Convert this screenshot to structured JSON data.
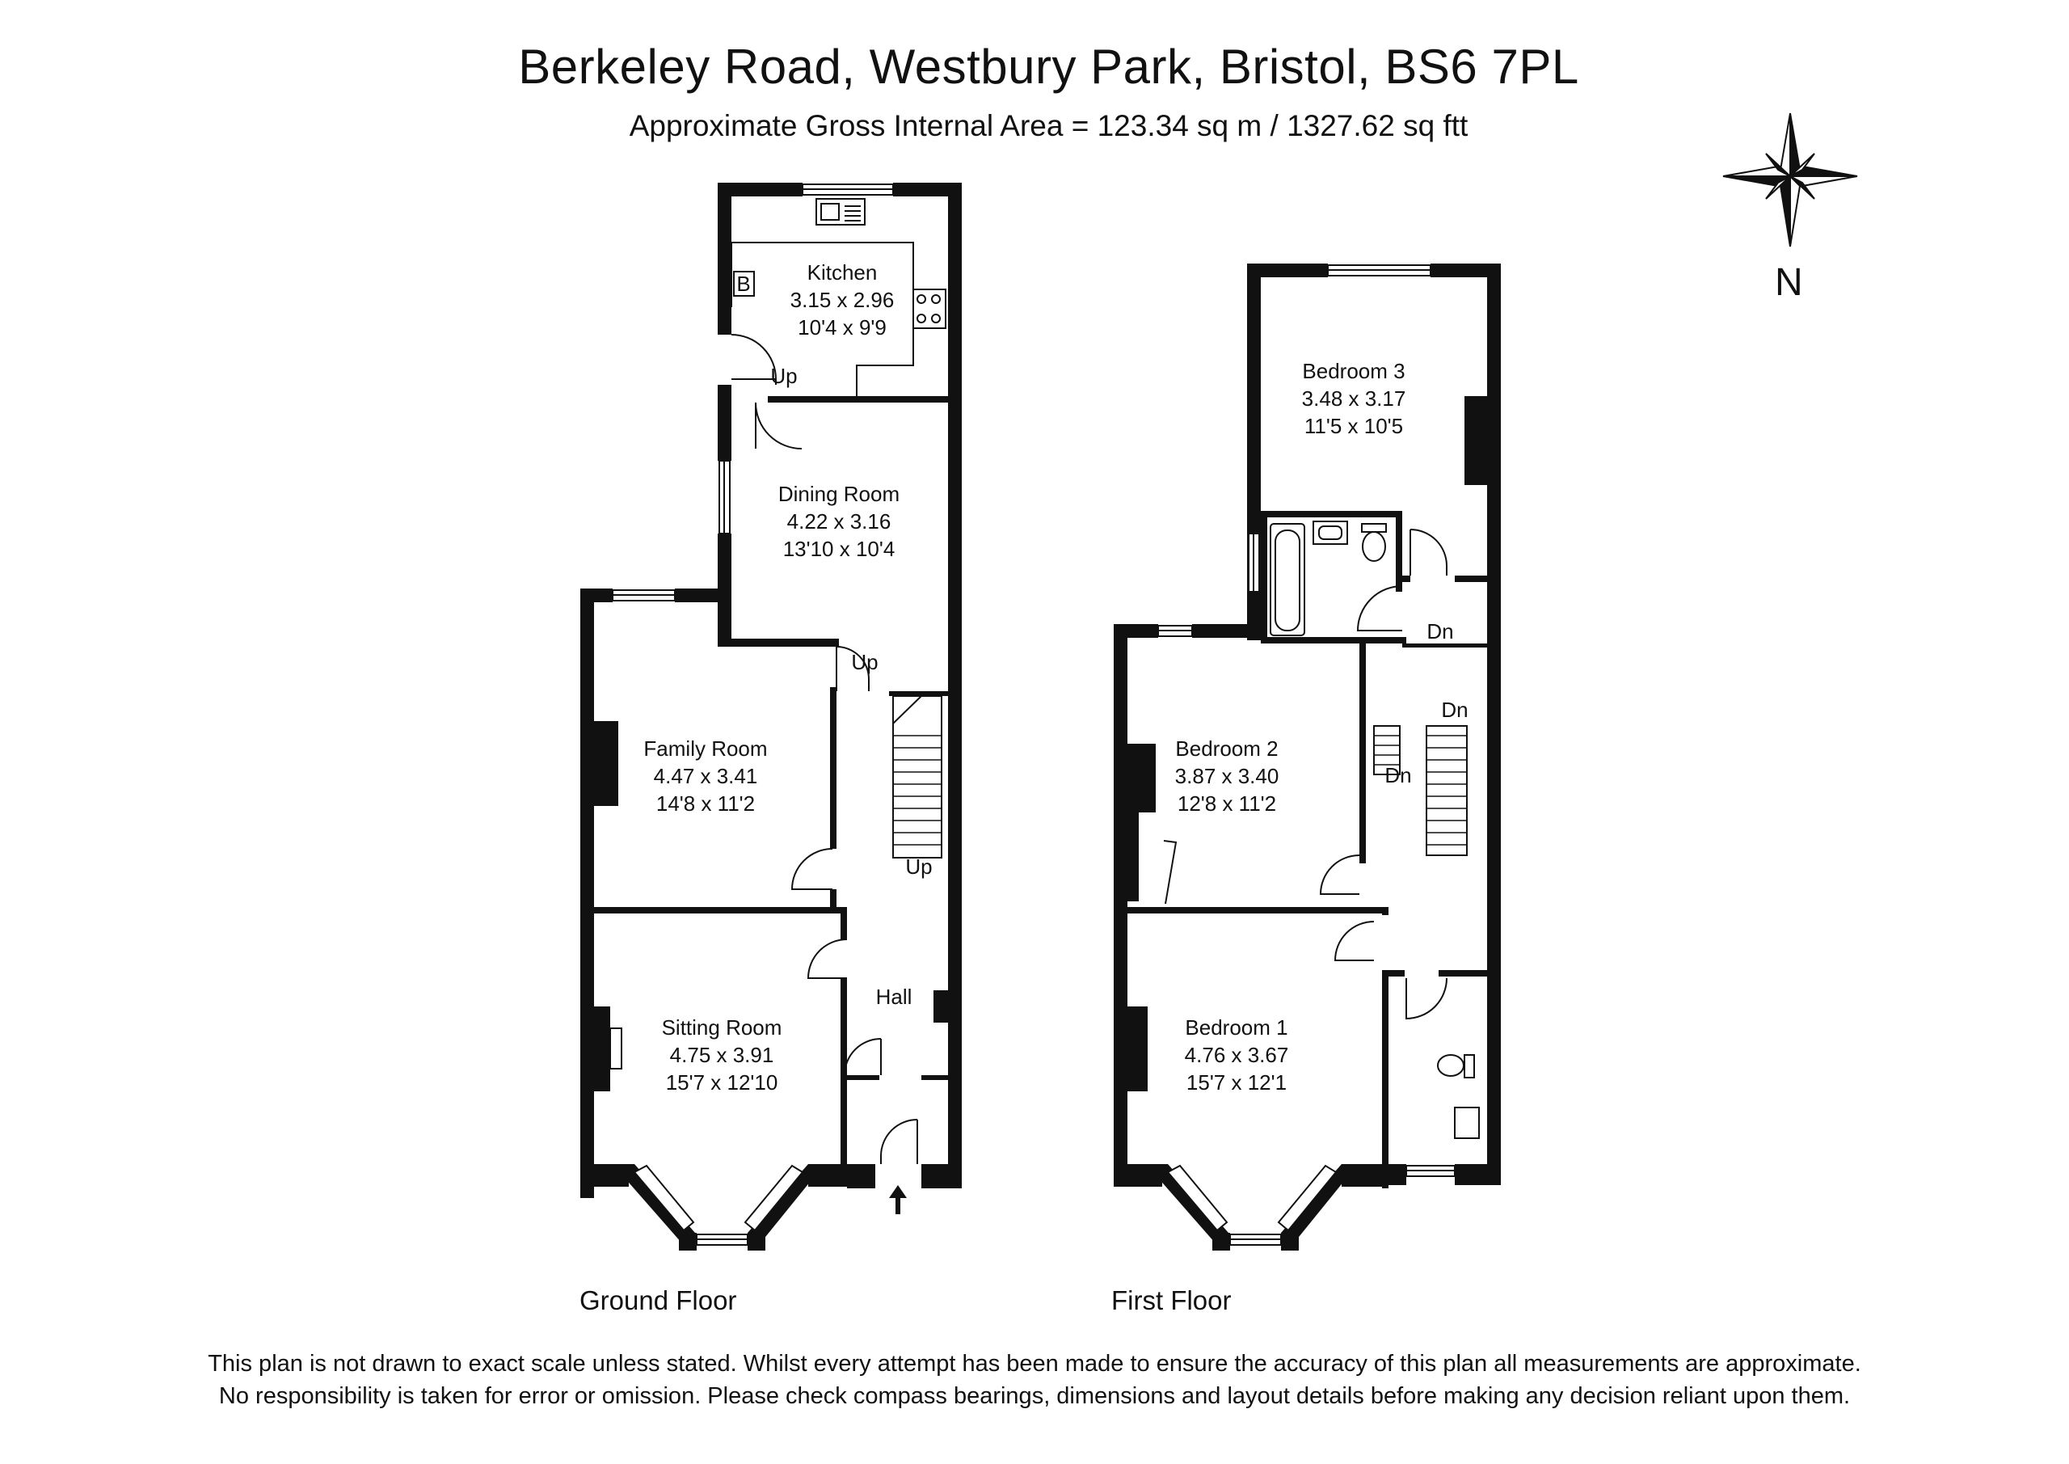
{
  "header": {
    "title": "Berkeley Road, Westbury Park, Bristol,  BS6 7PL",
    "subtitle": "Approximate Gross Internal Area = 123.34 sq m / 1327.62 sq ftt"
  },
  "compass": {
    "label": "N"
  },
  "ground_floor": {
    "label": "Ground Floor",
    "rooms": {
      "kitchen": {
        "name": "Kitchen",
        "metric": "3.15 x 2.96",
        "imperial": "10'4 x 9'9"
      },
      "dining": {
        "name": "Dining Room",
        "metric": "4.22 x 3.16",
        "imperial": "13'10 x 10'4"
      },
      "family": {
        "name": "Family Room",
        "metric": "4.47 x 3.41",
        "imperial": "14'8 x 11'2"
      },
      "sitting": {
        "name": "Sitting Room",
        "metric": "4.75 x 3.91",
        "imperial": "15'7 x 12'10"
      },
      "hall": {
        "name": "Hall"
      }
    },
    "markers": {
      "boiler": "B",
      "up1": "Up",
      "up2": "Up",
      "up3": "Up"
    }
  },
  "first_floor": {
    "label": "First Floor",
    "rooms": {
      "bedroom3": {
        "name": "Bedroom 3",
        "metric": "3.48 x 3.17",
        "imperial": "11'5 x 10'5"
      },
      "bedroom2": {
        "name": "Bedroom 2",
        "metric": "3.87 x 3.40",
        "imperial": "12'8 x 11'2"
      },
      "bedroom1": {
        "name": "Bedroom 1",
        "metric": "4.76 x 3.67",
        "imperial": "15'7 x 12'1"
      }
    },
    "markers": {
      "dn1": "Dn",
      "dn2": "Dn",
      "dn3": "Dn"
    }
  },
  "footer": {
    "line1": "This plan is not drawn to exact scale unless stated.  Whilst every attempt has been made to ensure the accuracy of this plan all measurements are approximate.",
    "line2": "No responsibility is taken for error or omission.  Please check compass bearings, dimensions and layout details before making any decision reliant upon them."
  },
  "colors": {
    "wall": "#111111",
    "background": "#ffffff"
  }
}
